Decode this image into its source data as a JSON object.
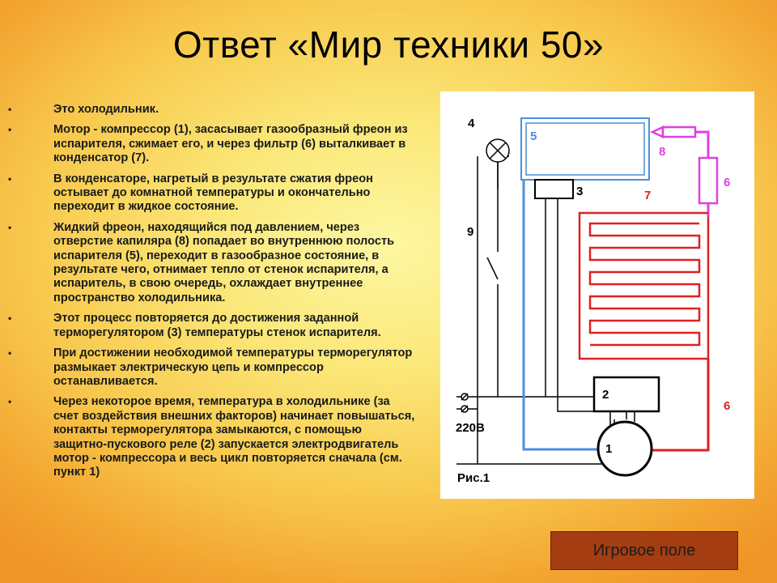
{
  "title": "Ответ «Мир техники 50»",
  "bullets": [
    "Это холодильник.",
    "Мотор - компрессор (1), засасывает газообразный фреон из испарителя, сжимает его, и через фильтр (6) выталкивает в конденсатор (7).",
    "В конденсаторе, нагретый в результате сжатия фреон остывает до комнатной температуры и окончательно переходит в жидкое состояние.",
    "Жидкий фреон, находящийся под давлением, через отверстие капиляра (8) попадает во внутреннюю полость испарителя (5), переходит в газообразное состояние, в результате чего, отнимает тепло от стенок испарителя, а испаритель, в свою очередь, охлаждает внутреннее пространство холодильника.",
    "Этот процесс повторяется до достижения заданной терморегулятором (3) температуры стенок испарителя.",
    "При достижении необходимой температуры терморегулятор размыкает электрическую цепь и компрессор останавливается.",
    "Через некоторое время, температура в холодильнике (за счет воздействия внешних факторов) начинает повышаться, контакты терморегулятора замыкаются, с помощью защитно-пускового реле (2) запускается электродвигатель мотор - компрессора и весь цикл повторяется сначала (см. пункт 1)"
  ],
  "bullet_symbol": "•",
  "diagram": {
    "labels": {
      "lamp": "4",
      "evaporator": "5",
      "capillary": "8",
      "filter_top": "6",
      "thermostat": "3",
      "condenser": "7",
      "door_switch": "9",
      "relay": "2",
      "filter_bottom": "6",
      "voltage": "220В",
      "compressor": "1",
      "caption": "Рис.1"
    },
    "colors": {
      "wire": "#000000",
      "evaporator": "#4a90d9",
      "capillary": "#e040e0",
      "condenser": "#e02020"
    }
  },
  "button": {
    "label": "Игровое поле"
  }
}
